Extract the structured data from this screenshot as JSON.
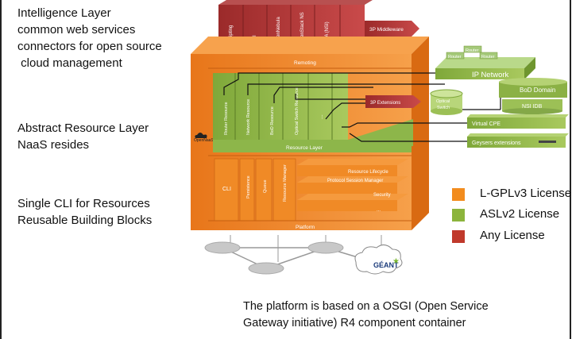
{
  "left_notes": {
    "intelligence": [
      "Intelligence Layer",
      "common web services",
      "connectors for open source",
      " cloud management"
    ],
    "abstract": [
      "Abstract Resource Layer",
      "NaaS resides"
    ],
    "cli": [
      "Single CLI for Resources",
      "Reusable Building Blocks"
    ]
  },
  "diagram": {
    "top_modules": [
      "Scripting",
      "GUI",
      "OpenNebula",
      "OpenStack NS",
      "NSA (NSI)"
    ],
    "top_more": "...",
    "middleware": "3P Middleware",
    "remoting": "Remoting",
    "opennaas_logo": "OpenNaaS",
    "resources": [
      "Router Resource",
      "Network Resource",
      "BoD Resource",
      "Optical Switch Resource"
    ],
    "resource_more": "...",
    "resource_layer": "Resource Layer",
    "extensions": "3P Extensions",
    "optical_switch": "Optical Switch",
    "router_labels": [
      "Router",
      "Router",
      "Router"
    ],
    "ip_network": "IP Network",
    "bod_domain": "BoD Domain",
    "nsi_idb": "NSI IDB",
    "virtual_cpe": "Virtual CPE",
    "geysers": "Geysers extensions",
    "cli": "CLI",
    "persistence": "Persistence",
    "queue": "Queue",
    "resource_manager": "Resource Manager",
    "services": [
      "Resource Lifecycle",
      "Protocol Session Manager",
      "Security",
      "..."
    ],
    "platform": "Platform",
    "geant": "GÉANT"
  },
  "legend": [
    {
      "label": "L-GPLv3 License",
      "color": "#f28c1e"
    },
    {
      "label": "ASLv2 License",
      "color": "#8cb43c"
    },
    {
      "label": "Any License",
      "color": "#c0392b"
    }
  ],
  "caption": [
    "The platform is based on a OSGI  (Open Service",
    "Gateway initiative) R4 component container"
  ]
}
